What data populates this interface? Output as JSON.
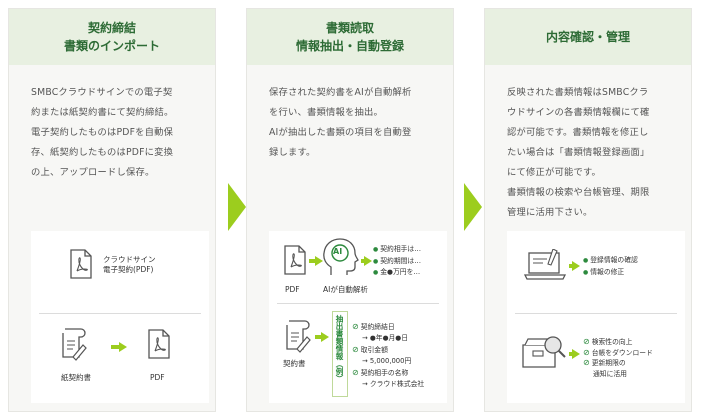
{
  "step1": {
    "title_lines": [
      "契約締結",
      "書類のインポート"
    ],
    "body_lines": [
      "SMBCクラウドサインでの電子契",
      "約または紙契約書にて契約締結。",
      "電子契約したものはPDFを自動保",
      "存、紙契約したものはPDFに変換",
      "の上、アップロードし保存。"
    ],
    "illus": {
      "epdf_label_lines": [
        "クラウドサイン",
        "電子契約(PDF)"
      ],
      "paper_label": "紙契約書",
      "pdf_label": "PDF"
    }
  },
  "step2": {
    "title_lines": [
      "書類読取",
      "情報抽出・自動登録"
    ],
    "body_lines": [
      "保存された契約書をAIが自動解析",
      "を行い、書類情報を抽出。",
      "AIが抽出した書類の項目を自動登",
      "録します。"
    ],
    "illus": {
      "pdf_label": "PDF",
      "ai_badge": "AI",
      "ai_label": "AIが自動解析",
      "bullets": [
        "契約相手は…",
        "契約期間は…",
        "金●万円を…"
      ],
      "contract_label": "契約書",
      "vertical_label": "抽出書類情報（例）",
      "extract_lines": [
        "契約締結日",
        "→ ●年●月●日",
        "取引金額",
        "→ 5,000,000円",
        "契約相手の名称",
        "→ クラウド株式会社"
      ]
    }
  },
  "step3": {
    "title_lines": [
      "内容確認・管理"
    ],
    "body_lines": [
      "反映された書類情報はSMBCクラ",
      "ウドサインの各書類情報欄にて確",
      "認が可能です。書類情報を修正し",
      "たい場合は「書類情報登録画面」",
      "にて修正が可能です。",
      "書類情報の検索や台帳管理、期限",
      "管理に活用下さい。"
    ],
    "illus": {
      "top_items": [
        "登録情報の確認",
        "情報の修正"
      ],
      "bottom_items": [
        "検索性の向上",
        "台帳をダウンロード",
        "更新期限の",
        "通知に活用"
      ]
    }
  },
  "colors": {
    "accent": "#9ccd1e",
    "title": "#2d6b35",
    "head_bg": "#e8f0e1",
    "check": "#2d8a3e"
  }
}
